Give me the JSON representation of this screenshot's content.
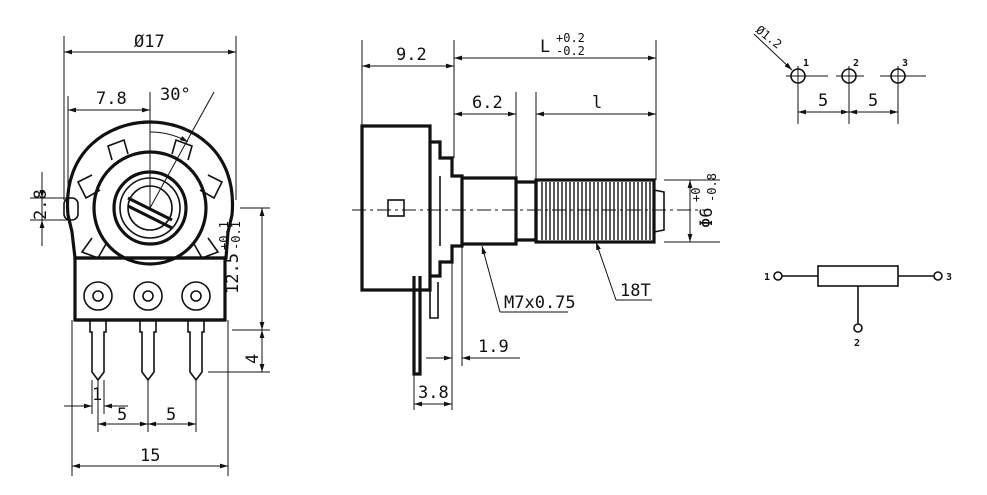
{
  "front_view": {
    "dim_width": "Ø17",
    "dim_offset": "7.8",
    "dim_angle": "30°",
    "dim_slot": "2.8",
    "dim_height": "12.5",
    "dim_height_tol_upper": "+0.1",
    "dim_height_tol_lower": "-0.1",
    "dim_pin_length": "4",
    "dim_pin_width": "1",
    "dim_pitch_a": "5",
    "dim_pitch_b": "5",
    "dim_total": "15"
  },
  "side_view": {
    "dim_body": "9.2",
    "dim_length": "L",
    "dim_length_tol_upper": "+0.2",
    "dim_length_tol_lower": "-0.2",
    "dim_bushing": "6.2",
    "dim_knurl": "l",
    "dim_shaft_dia": "Φ6",
    "dim_shaft_tol_upper": "+0",
    "dim_shaft_tol_lower": "-0.8",
    "label_thread": "M7x0.75",
    "label_teeth": "18T",
    "dim_plate": "1.9",
    "dim_mount": "3.8"
  },
  "pin_layout": {
    "dim_hole": "Ø1.2",
    "pin_1": "1",
    "pin_2": "2",
    "pin_3": "3",
    "dim_pitch_a": "5",
    "dim_pitch_b": "5"
  },
  "schematic": {
    "pin_1": "1",
    "pin_2": "2",
    "pin_3": "3"
  }
}
